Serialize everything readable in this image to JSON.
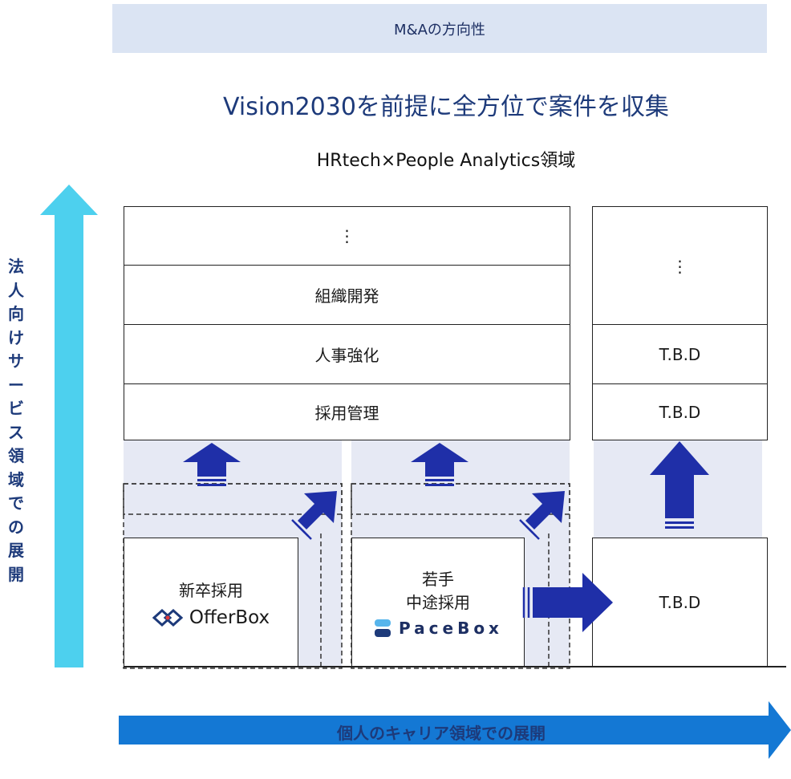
{
  "banner": {
    "label": "M&Aの方向性"
  },
  "headline": "Vision2030を前提に全方位で案件を収集",
  "subheadline": "HRtech×People Analytics領域",
  "vertical_axis": {
    "label": "法人向けサービス領域での展開",
    "color": "#4dd0ee"
  },
  "horizontal_axis": {
    "label": "個人のキャリア領域での展開",
    "color": "#1478d4"
  },
  "main_stack": {
    "layers": [
      {
        "label": "⋮"
      },
      {
        "label": "組織開発"
      },
      {
        "label": "人事強化"
      },
      {
        "label": "採用管理"
      }
    ]
  },
  "right_stack": {
    "layers": [
      {
        "label": "⋮"
      },
      {
        "label": "T.B.D"
      },
      {
        "label": "T.B.D"
      }
    ],
    "base": {
      "label": "T.B.D"
    }
  },
  "products": [
    {
      "category": "新卒採用",
      "brand": "OfferBox"
    },
    {
      "category_line1": "若手",
      "category_line2": "中途採用",
      "brand": "PaceBox"
    }
  ],
  "colors": {
    "arrow_navy": "#1f2fa8",
    "shade": "#e6e9f4",
    "banner_bg": "#dbe4f3"
  }
}
